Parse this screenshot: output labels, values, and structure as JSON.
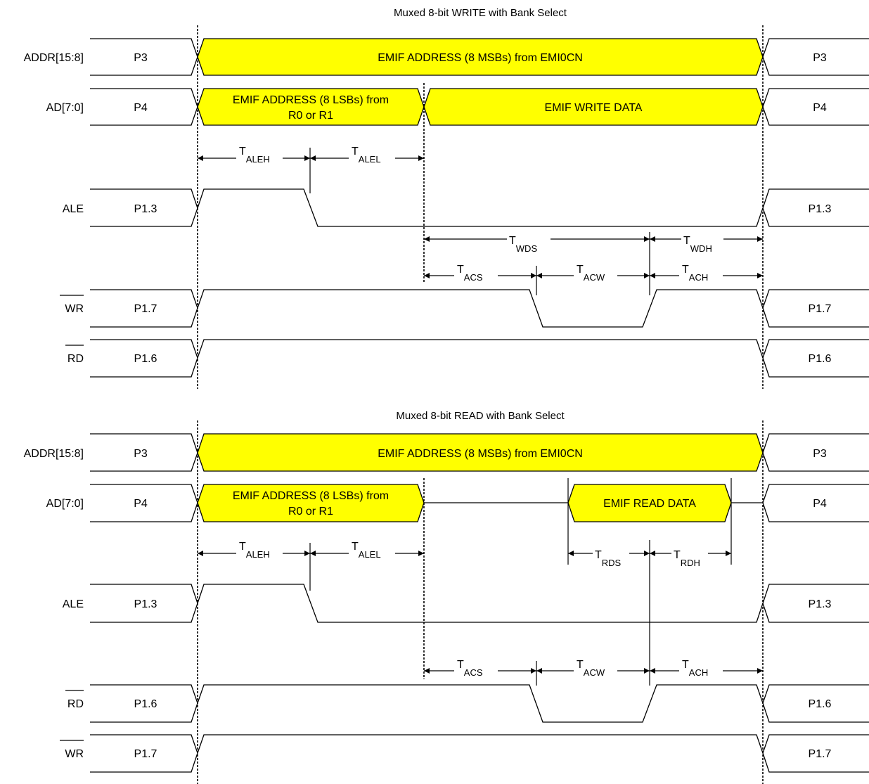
{
  "diagrams": [
    {
      "title": "Muxed 8-bit WRITE with Bank Select",
      "signals": [
        {
          "label": "ADDR[15:8]",
          "overbar": false,
          "pin_left": "P3",
          "pin_right": "P3",
          "bus_texts": [
            "EMIF ADDRESS (8 MSBs) from EMI0CN"
          ]
        },
        {
          "label": "AD[7:0]",
          "overbar": false,
          "pin_left": "P4",
          "pin_right": "P4",
          "bus_texts": [
            "EMIF ADDRESS (8 LSBs) from",
            "R0 or R1",
            "EMIF WRITE DATA"
          ]
        },
        {
          "label": "ALE",
          "overbar": false,
          "pin_left": "P1.3",
          "pin_right": "P1.3"
        },
        {
          "label": "WR",
          "overbar": true,
          "pin_left": "P1.7",
          "pin_right": "P1.7"
        },
        {
          "label": "RD",
          "overbar": true,
          "pin_left": "P1.6",
          "pin_right": "P1.6"
        }
      ],
      "timings": [
        {
          "name": "T",
          "sub": "ALEH"
        },
        {
          "name": "T",
          "sub": "ALEL"
        },
        {
          "name": "T",
          "sub": "WDS"
        },
        {
          "name": "T",
          "sub": "WDH"
        },
        {
          "name": "T",
          "sub": "ACS"
        },
        {
          "name": "T",
          "sub": "ACW"
        },
        {
          "name": "T",
          "sub": "ACH"
        }
      ]
    },
    {
      "title": "Muxed 8-bit READ with Bank Select",
      "signals": [
        {
          "label": "ADDR[15:8]",
          "overbar": false,
          "pin_left": "P3",
          "pin_right": "P3",
          "bus_texts": [
            "EMIF ADDRESS (8 MSBs) from EMI0CN"
          ]
        },
        {
          "label": "AD[7:0]",
          "overbar": false,
          "pin_left": "P4",
          "pin_right": "P4",
          "bus_texts": [
            "EMIF ADDRESS (8 LSBs) from",
            "R0 or R1",
            "EMIF READ DATA"
          ]
        },
        {
          "label": "ALE",
          "overbar": false,
          "pin_left": "P1.3",
          "pin_right": "P1.3"
        },
        {
          "label": "RD",
          "overbar": true,
          "pin_left": "P1.6",
          "pin_right": "P1.6"
        },
        {
          "label": "WR",
          "overbar": true,
          "pin_left": "P1.7",
          "pin_right": "P1.7"
        }
      ],
      "timings": [
        {
          "name": "T",
          "sub": "ALEH"
        },
        {
          "name": "T",
          "sub": "ALEL"
        },
        {
          "name": "T",
          "sub": "RDS"
        },
        {
          "name": "T",
          "sub": "RDH"
        },
        {
          "name": "T",
          "sub": "ACS"
        },
        {
          "name": "T",
          "sub": "ACW"
        },
        {
          "name": "T",
          "sub": "ACH"
        }
      ]
    }
  ],
  "colors": {
    "bus_fill": "#ffff00",
    "line": "#000000",
    "background": "#ffffff"
  }
}
